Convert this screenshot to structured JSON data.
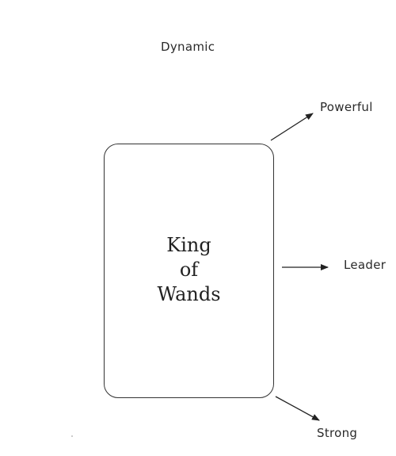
{
  "diagram": {
    "card": {
      "title_lines": [
        "King",
        "of",
        "Wands"
      ]
    },
    "keywords": {
      "top": "Dynamic",
      "upper_right": "Powerful",
      "right": "Leader",
      "lower_right": "Strong"
    }
  }
}
